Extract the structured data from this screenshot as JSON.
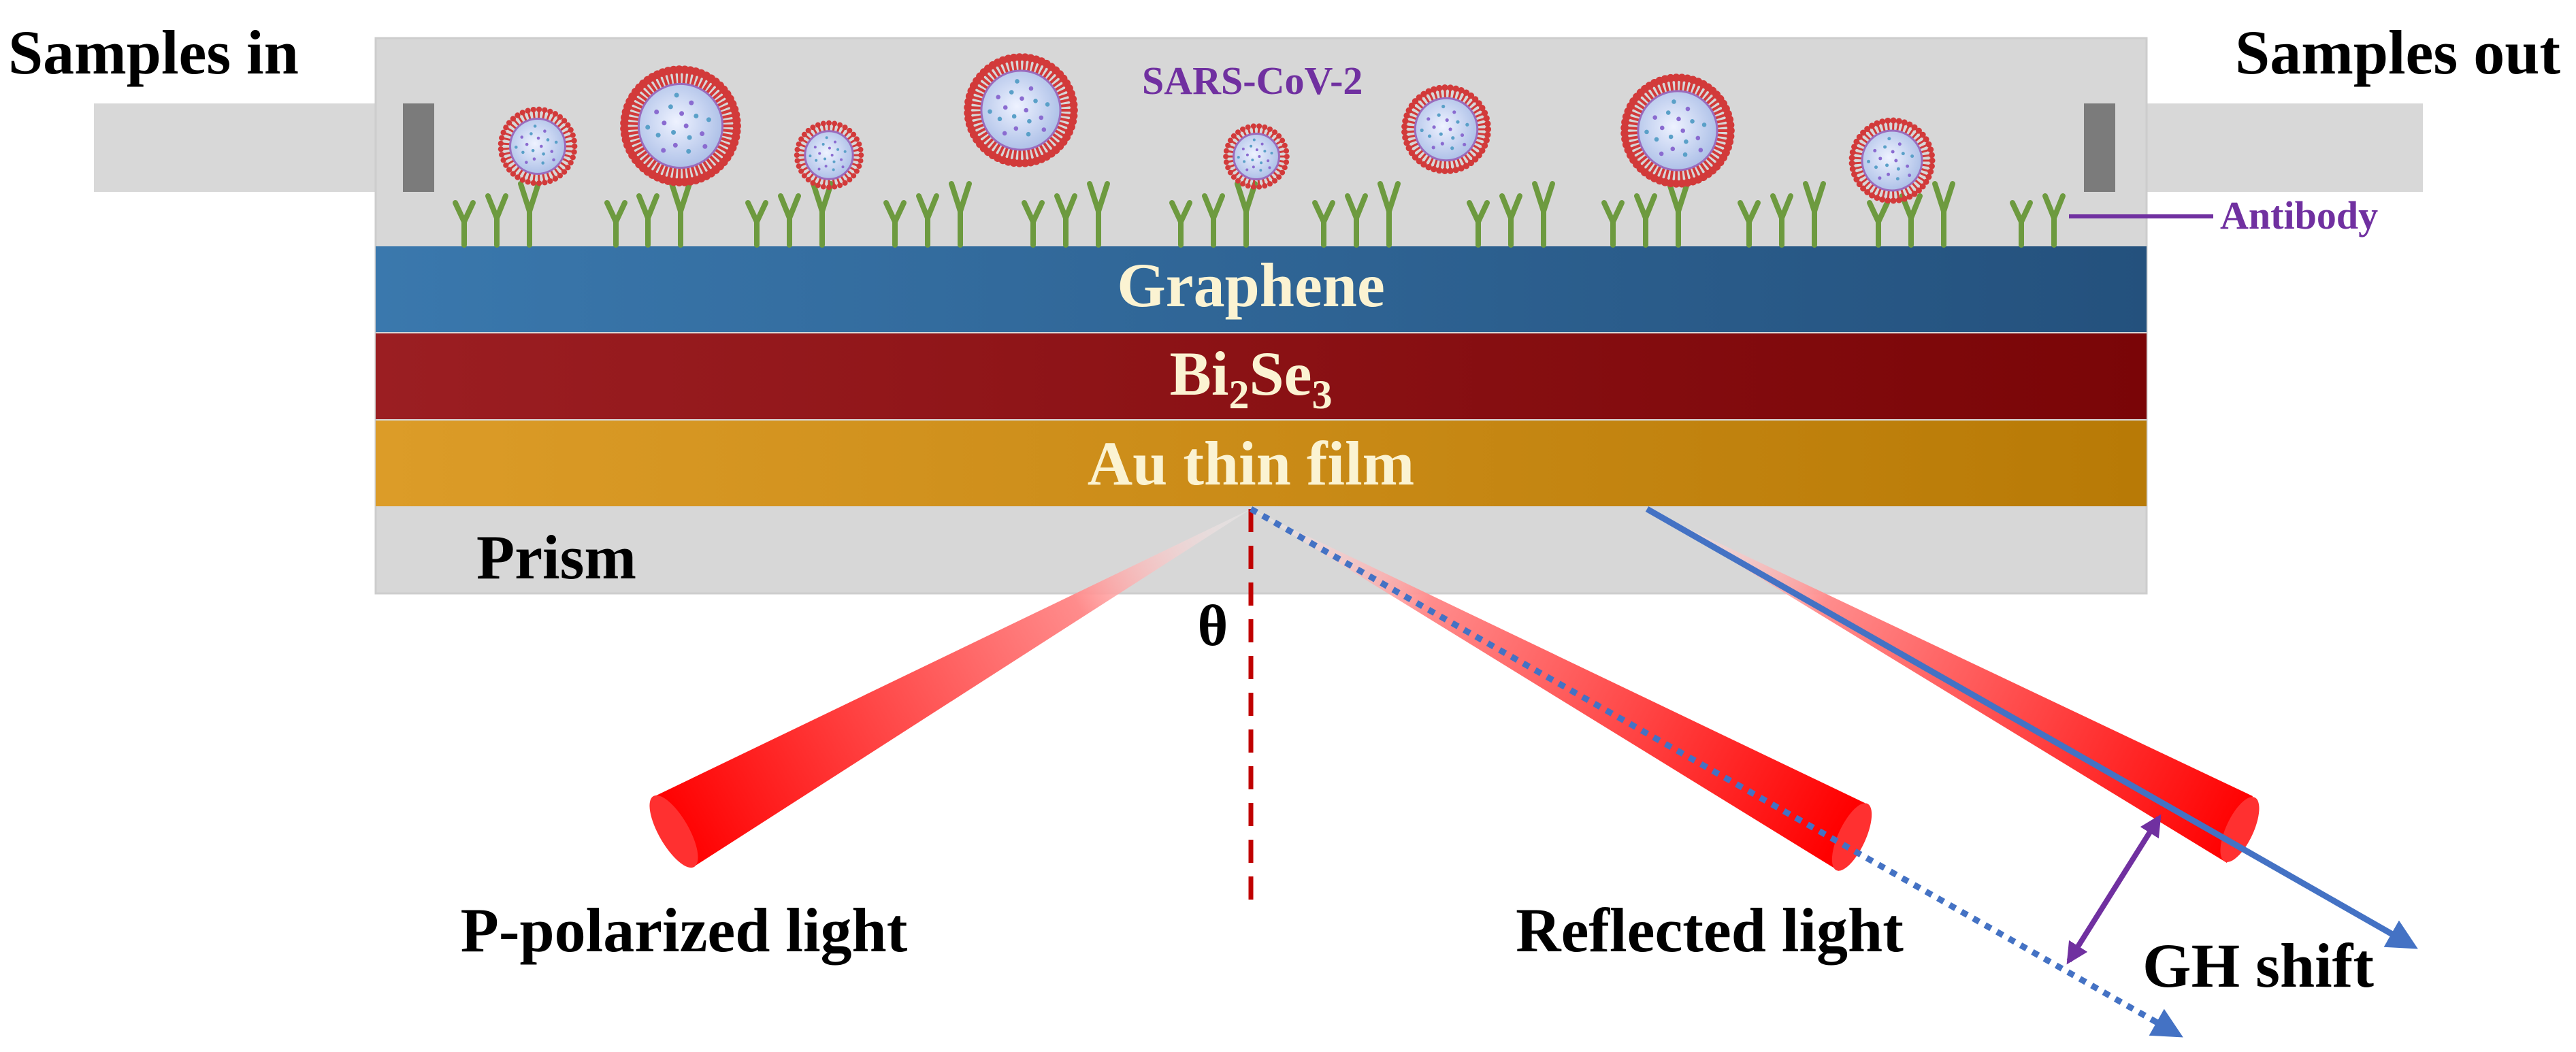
{
  "labels": {
    "samples_in": "Samples in",
    "samples_out": "Samples out",
    "virus": "SARS-CoV-2",
    "antibody": "Antibody",
    "graphene": "Graphene",
    "bi2se3": {
      "base1": "Bi",
      "sub1": "2",
      "base2": "Se",
      "sub2": "3"
    },
    "au": "Au thin film",
    "prism": "Prism",
    "theta": "θ",
    "p_polarized": "P-polarized light",
    "reflected": "Reflected light",
    "gh_shift": "GH shift"
  },
  "colors": {
    "graphene_layer": "#2f6699",
    "bi2se3_layer": "#8e1518",
    "au_layer": "#d08f1c",
    "prism_body": "#d7d7d7",
    "virus_spike": "#d23a3a",
    "virus_body": "#c9d6f0",
    "antibody": "#6d9a3f",
    "accent_purple": "#7030a0",
    "beam_red": "#ff1a1a",
    "ray_blue": "#4472c4",
    "normal_line": "#c00000",
    "layer_text": "#fbf3d2"
  }
}
